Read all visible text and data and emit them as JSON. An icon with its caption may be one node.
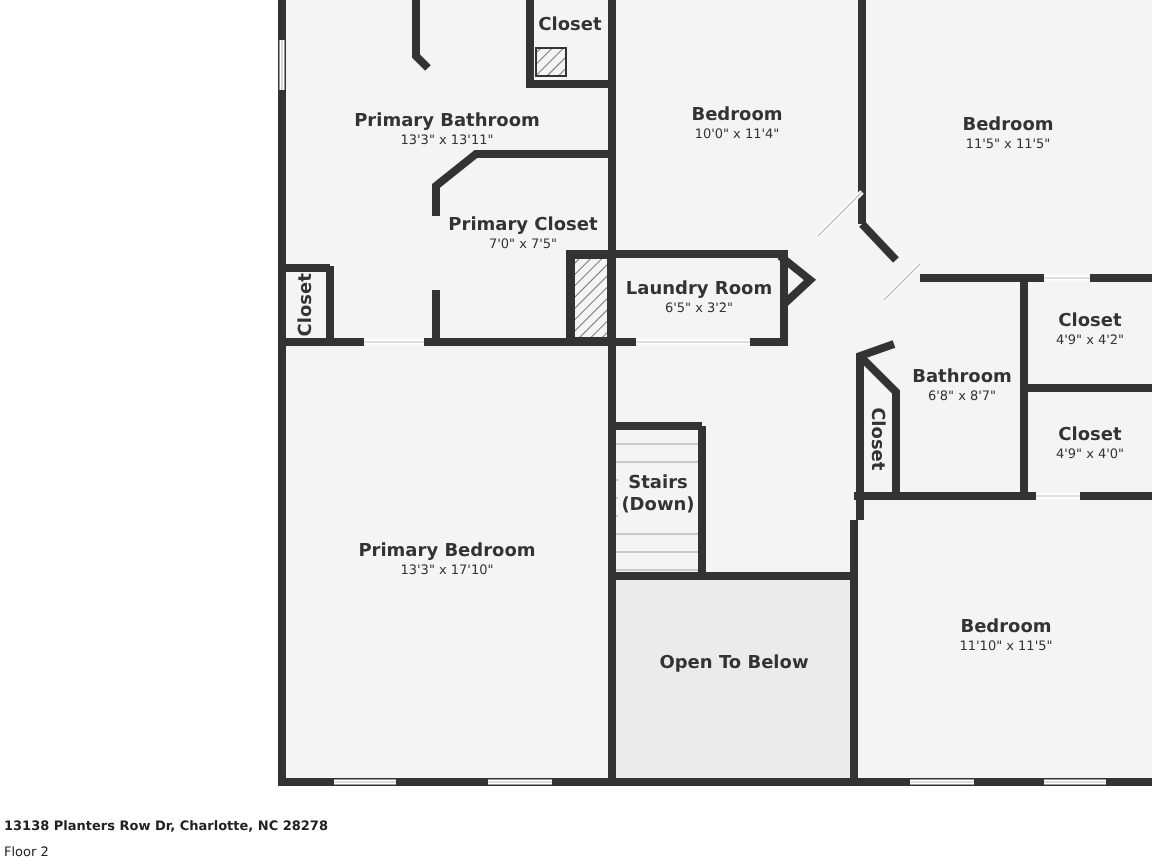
{
  "diagram": {
    "nodes": [
      {
        "text": [
          "Closet"
        ]
      },
      {
        "text": [
          "Primary Bathroom",
          "13'3\" x 13'11\""
        ]
      },
      {
        "text": [
          "Bedroom",
          "10'0\" x 11'4\""
        ]
      },
      {
        "text": [
          "Bedroom",
          "11'5\" x 11'5\""
        ]
      },
      {
        "text": [
          "Primary Closet",
          "7'0\" x 7'5\""
        ]
      },
      {
        "text": [
          "Closet"
        ]
      },
      {
        "text": [
          "Laundry Room",
          "6'5\" x 3'2\""
        ]
      },
      {
        "text": [
          "Closet",
          "4'9\" x 4'2\""
        ]
      },
      {
        "text": [
          "Bathroom",
          "6'8\" x 8'7\""
        ]
      },
      {
        "text": [
          "Closet"
        ]
      },
      {
        "text": [
          "Closet",
          "4'9\" x 4'0\""
        ]
      },
      {
        "text": [
          "Stairs (Down)"
        ]
      },
      {
        "text": [
          "Primary Bedroom",
          "13'3\" x 17'10\""
        ]
      },
      {
        "text": [
          "Open To Below"
        ]
      },
      {
        "text": [
          "Bedroom",
          "11'10\" x 11'5\""
        ]
      }
    ],
    "labels": [
      "13138 Planters Row Dr, Charlotte, NC 28278",
      "Floor 2"
    ]
  }
}
